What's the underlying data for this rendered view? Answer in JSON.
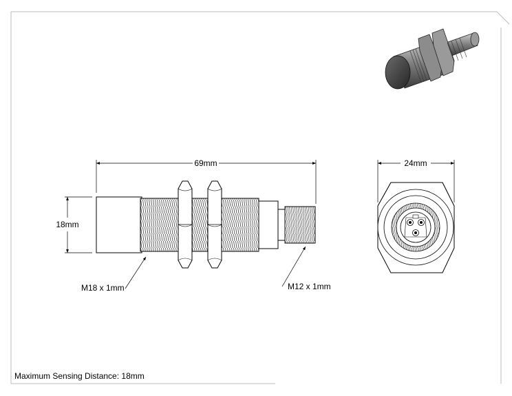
{
  "dimensions": {
    "overall_length": "69mm",
    "body_diameter": "18mm",
    "face_width": "24mm",
    "body_thread": "M18 x 1mm",
    "connector_thread": "M12 x 1mm"
  },
  "caption": "Maximum Sensing Distance: 18mm",
  "colors": {
    "line": "#000000",
    "thread": "#555555",
    "nut": "#777777",
    "iso_dark": "#2a2a2a",
    "iso_mid": "#8a8a8a"
  }
}
